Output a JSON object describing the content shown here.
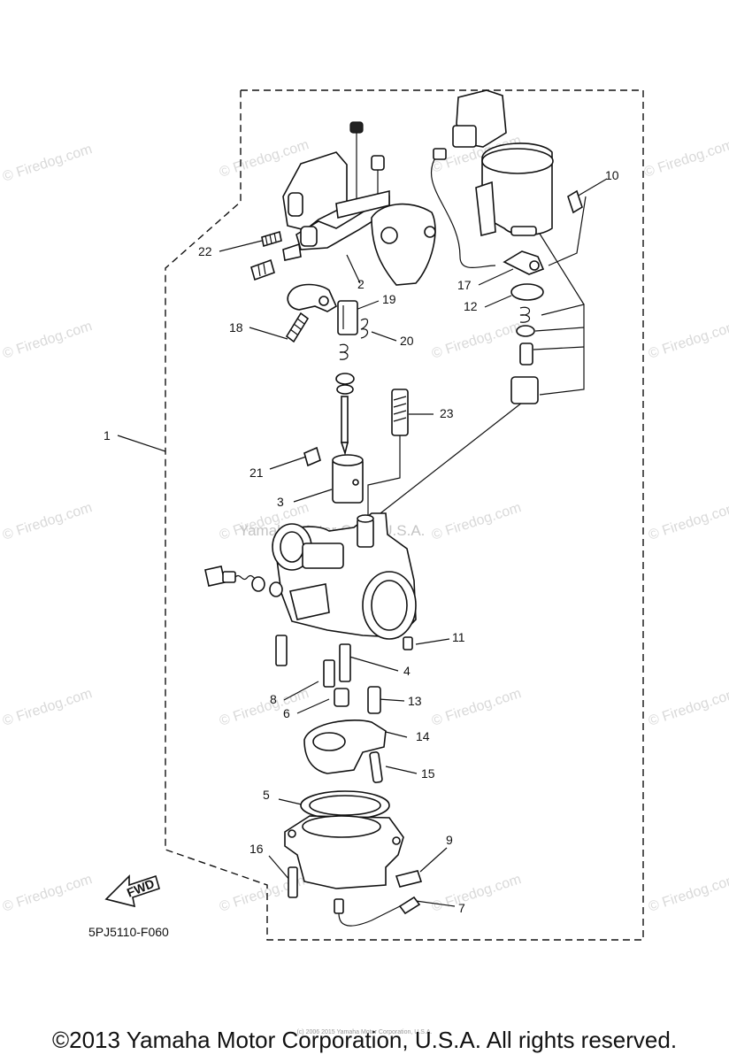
{
  "diagram": {
    "watermark": "© Firedog.com",
    "center_watermark": "Yamaha Motor Corp, U.S.A.",
    "diagram_code": "5PJ5110-F060",
    "fwd_label": "FWD",
    "callouts": [
      "1",
      "2",
      "3",
      "4",
      "5",
      "6",
      "7",
      "8",
      "9",
      "10",
      "11",
      "12",
      "13",
      "14",
      "15",
      "16",
      "17",
      "18",
      "19",
      "20",
      "21",
      "22",
      "23"
    ]
  },
  "footer": {
    "copyright": "©2013 Yamaha Motor Corporation, U.S.A. All rights reserved.",
    "fine_print": "(c) 2006 2015 Yamaha Motor Corporation, U.S.A."
  }
}
